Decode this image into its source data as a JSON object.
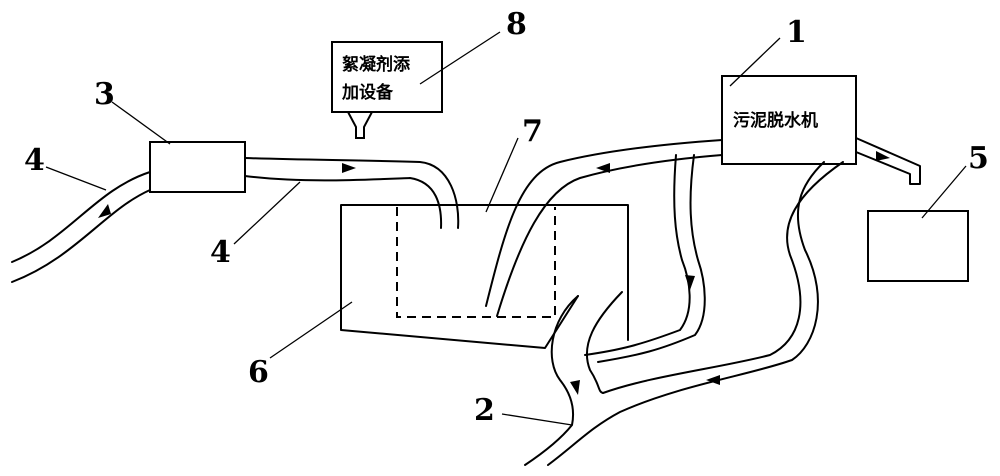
{
  "labels": {
    "dewatering_machine": "污泥脱水机",
    "flocculant_line1": "絮凝剂添",
    "flocculant_line2": "加设备"
  },
  "callouts": [
    "1",
    "2",
    "3",
    "4",
    "4",
    "5",
    "6",
    "7",
    "8"
  ]
}
